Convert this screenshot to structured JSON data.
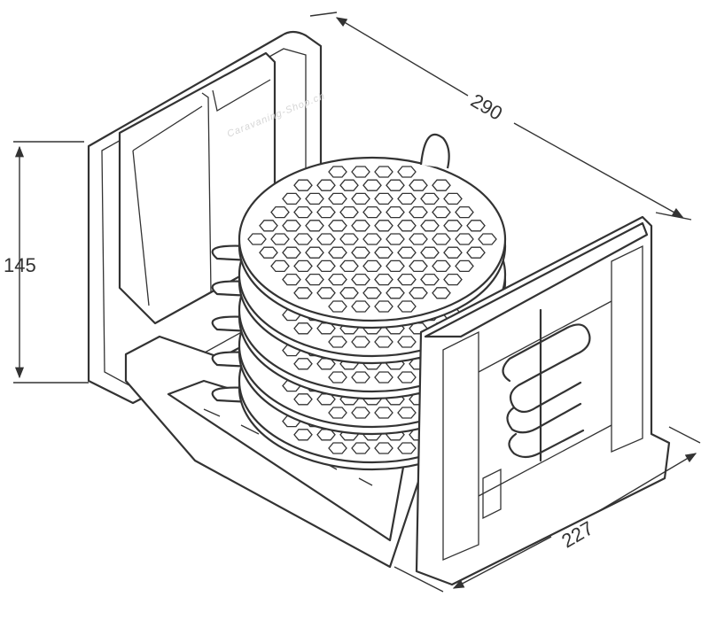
{
  "dimensions": {
    "width": "290",
    "height": "145",
    "depth": "227"
  },
  "watermark": "Caravaning-Shop.ch",
  "colors": {
    "line": "#333333",
    "background": "#ffffff",
    "watermark": "#d6d6d6"
  },
  "racks": {
    "count": 5
  }
}
